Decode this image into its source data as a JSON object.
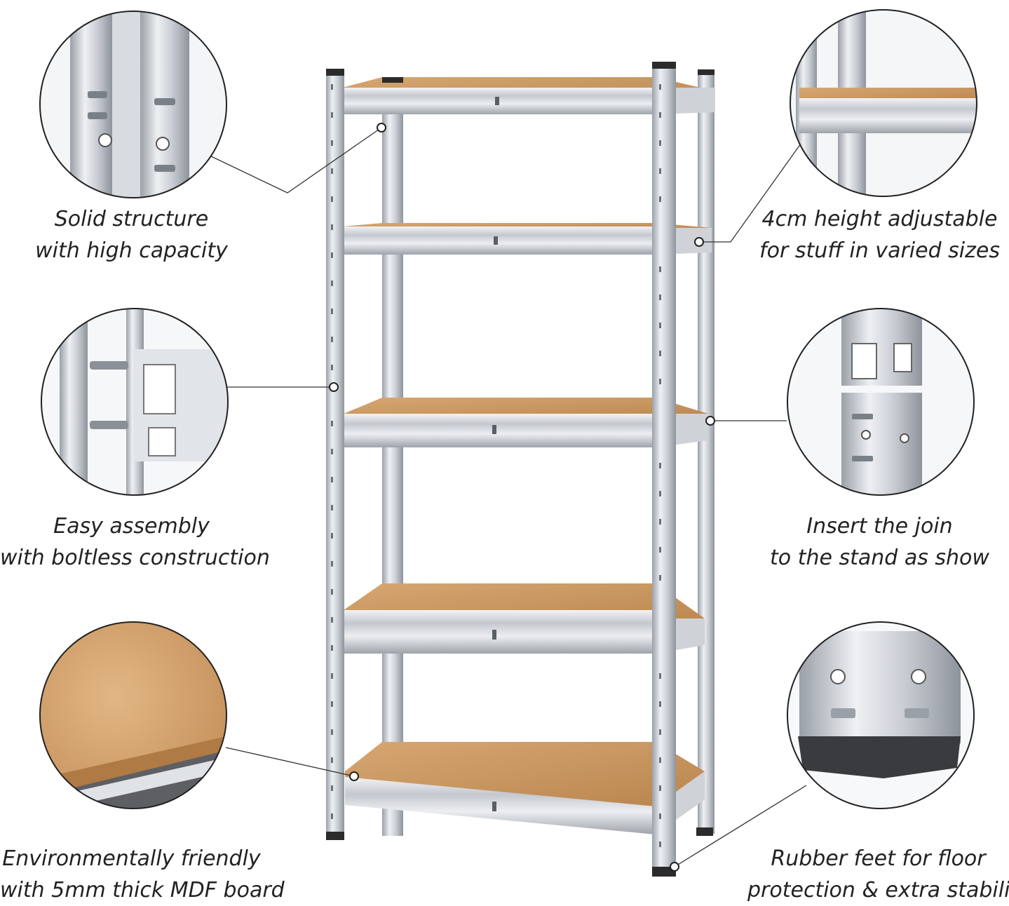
{
  "features": [
    {
      "id": "solid",
      "lines": [
        "Solid structure",
        "with high capacity"
      ],
      "detail_icon": "upright-slots-closeup-icon"
    },
    {
      "id": "assembly",
      "lines": [
        "Easy assembly",
        "with boltless construction"
      ],
      "detail_icon": "boltless-hook-closeup-icon"
    },
    {
      "id": "mdf",
      "lines": [
        "Environmentally friendly",
        "with 5mm thick MDF board"
      ],
      "detail_icon": "mdf-board-closeup-icon"
    },
    {
      "id": "height",
      "lines": [
        "4cm height adjustable",
        "for stuff in varied sizes"
      ],
      "detail_icon": "shelf-height-closeup-icon"
    },
    {
      "id": "join",
      "lines": [
        "Insert the join",
        "to the stand as show"
      ],
      "detail_icon": "join-insert-closeup-icon"
    },
    {
      "id": "feet",
      "lines": [
        "Rubber feet for floor",
        "protection & extra stability"
      ],
      "detail_icon": "rubber-foot-closeup-icon"
    }
  ],
  "colors": {
    "steel_light": "#e6e8ec",
    "steel_mid": "#bcc1c8",
    "steel_dark": "#8a9098",
    "mdf": "#c9965f",
    "mdf_dark": "#a8743f",
    "rubber": "#2b2b2b",
    "line": "#333333"
  }
}
